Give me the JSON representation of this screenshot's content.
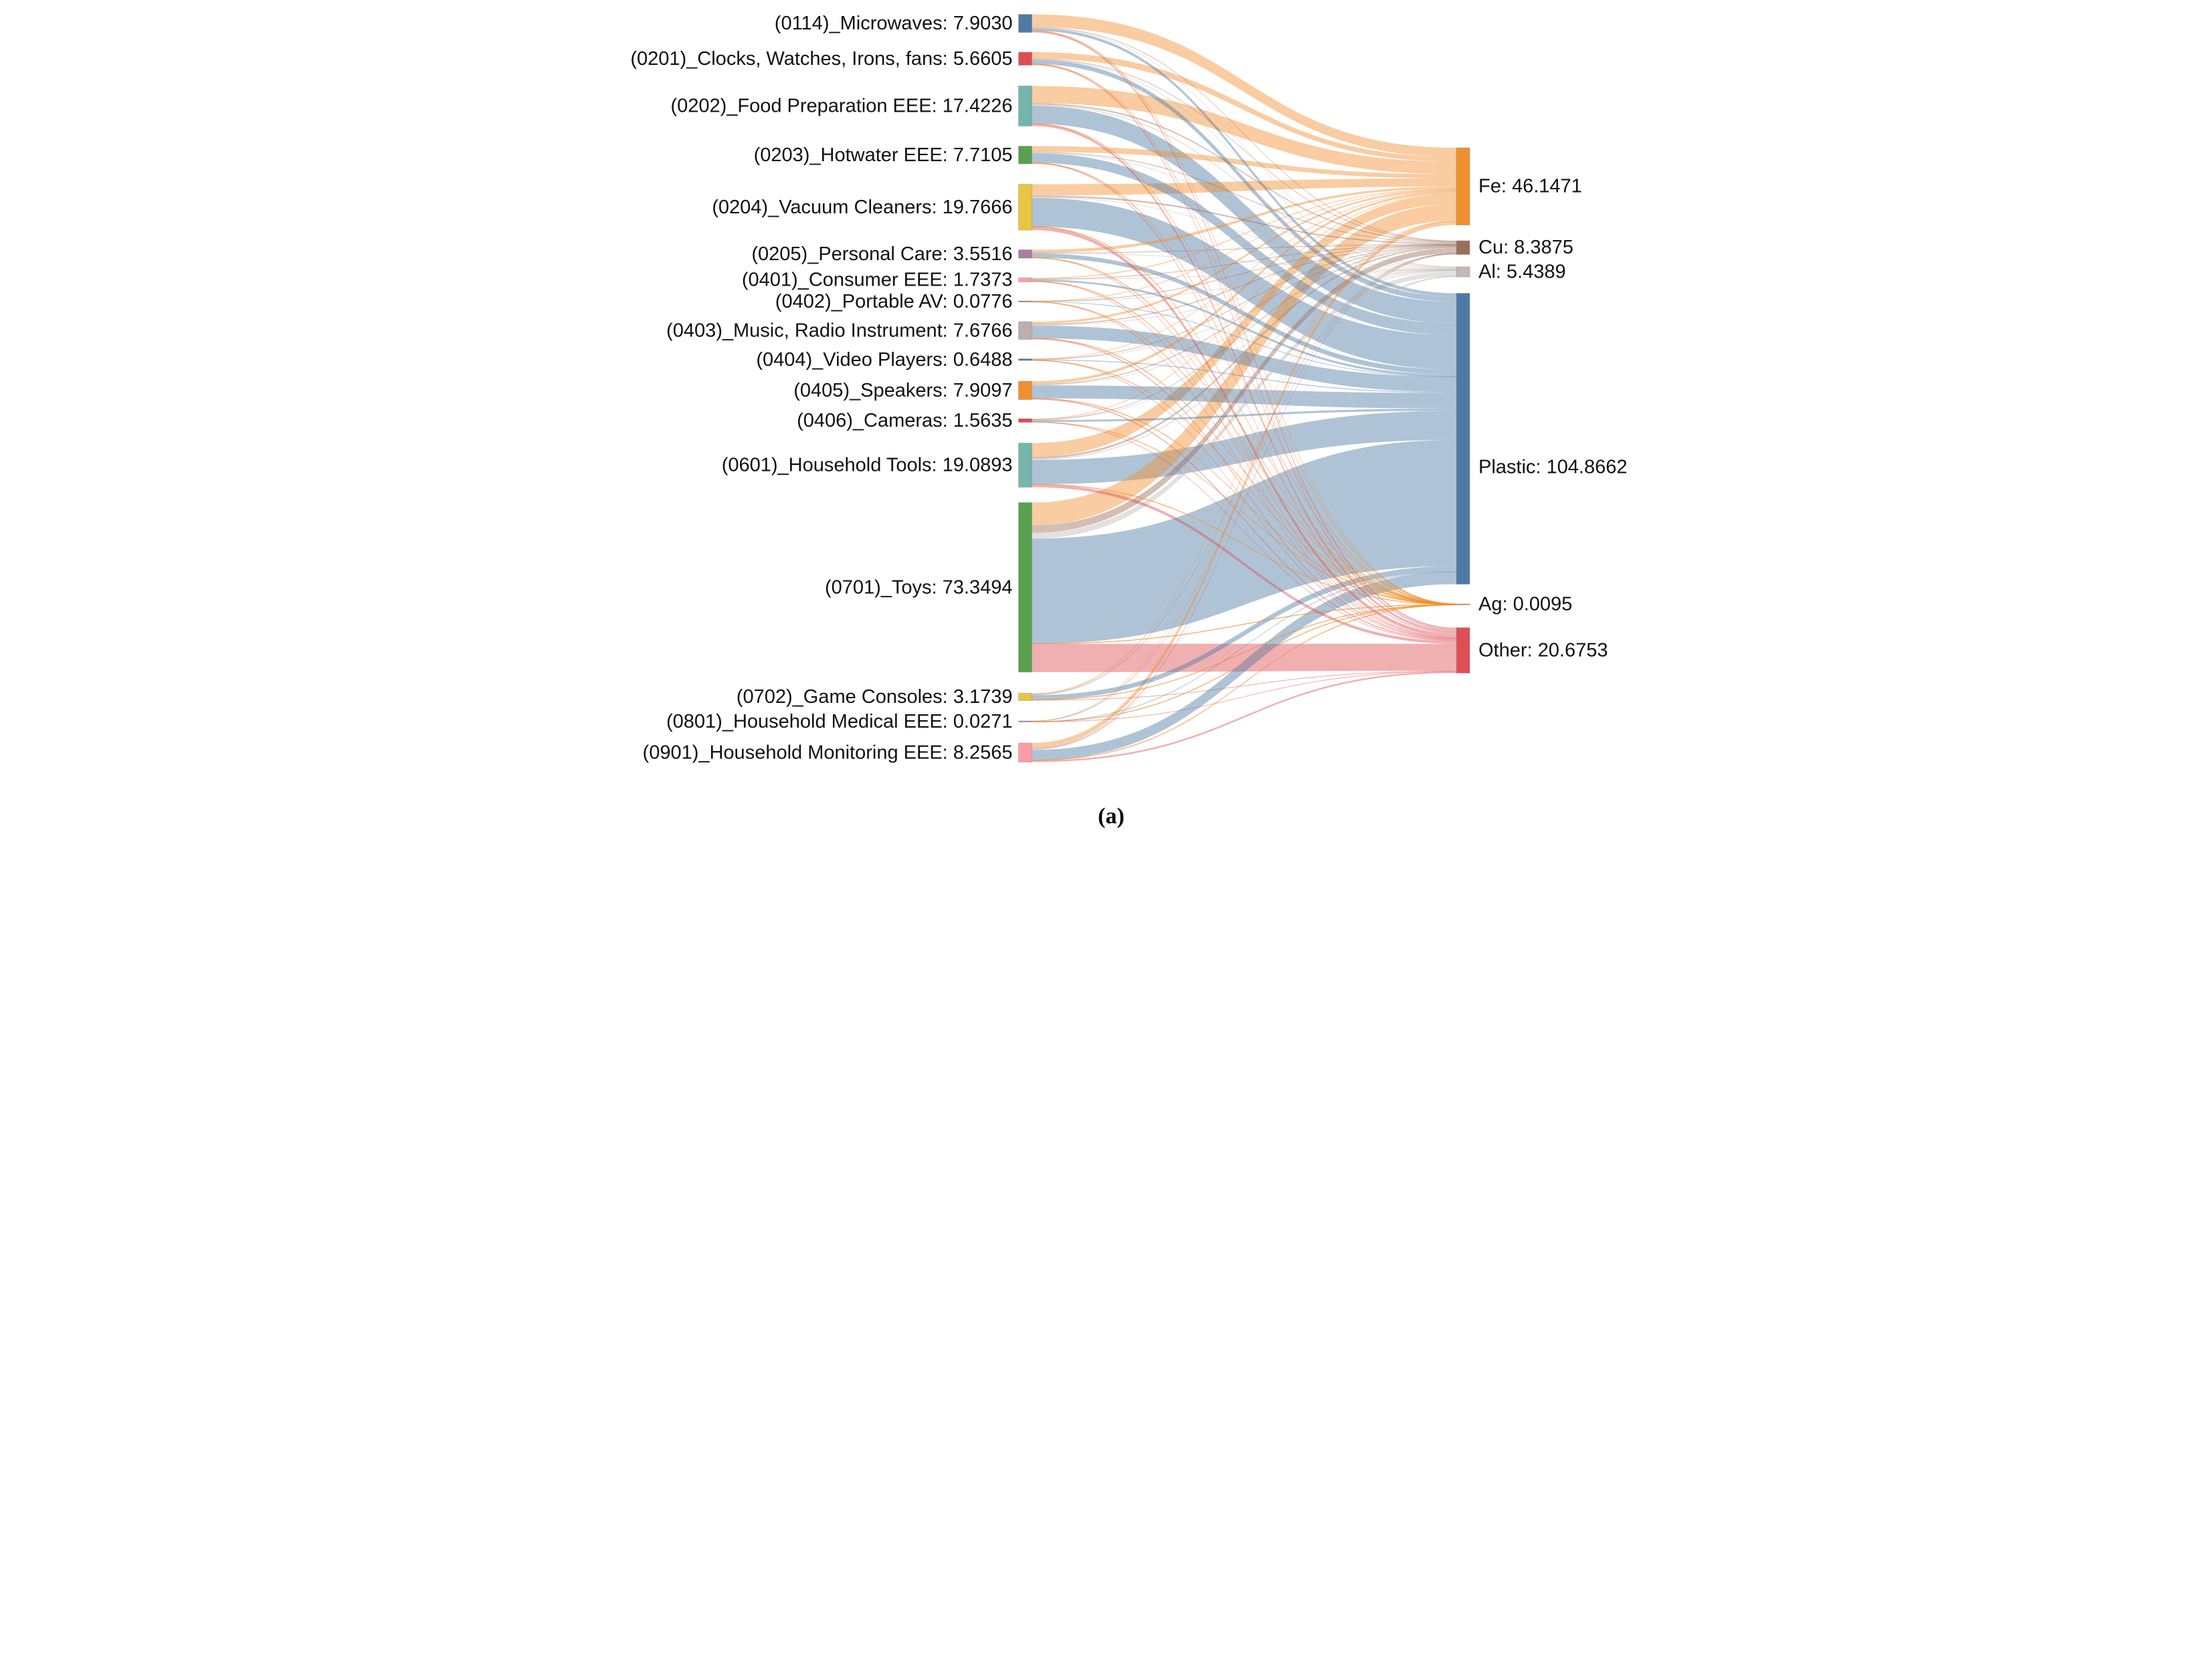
{
  "chart_data": {
    "type": "sankey",
    "title": "",
    "caption": "(a)",
    "legend_position": "none",
    "grid": false,
    "sources": [
      {
        "name": "(0114)_Microwaves",
        "label": "(0114)_Microwaves: 7.9030",
        "value": 7.903,
        "color": "#4e79a7"
      },
      {
        "name": "(0201)_Clocks, Watches, Irons, fans",
        "label": "(0201)_Clocks, Watches, Irons, fans: 5.6605",
        "value": 5.6605,
        "color": "#dc4e54"
      },
      {
        "name": "(0202)_Food Preparation EEE",
        "label": "(0202)_Food Preparation EEE: 17.4226",
        "value": 17.4226,
        "color": "#74b5ac"
      },
      {
        "name": "(0203)_Hotwater EEE",
        "label": "(0203)_Hotwater EEE: 7.7105",
        "value": 7.7105,
        "color": "#59a14f"
      },
      {
        "name": "(0204)_Vacuum Cleaners",
        "label": "(0204)_Vacuum Cleaners: 19.7666",
        "value": 19.7666,
        "color": "#e8c63f"
      },
      {
        "name": "(0205)_Personal Care",
        "label": "(0205)_Personal Care: 3.5516",
        "value": 3.5516,
        "color": "#b07aa1"
      },
      {
        "name": "(0401)_Consumer EEE",
        "label": "(0401)_Consumer EEE: 1.7373",
        "value": 1.7373,
        "color": "#ff9da7"
      },
      {
        "name": "(0402)_Portable AV",
        "label": "(0402)_Portable AV: 0.0776",
        "value": 0.0776,
        "color": "#9c755f"
      },
      {
        "name": "(0403)_Music, Radio Instrument",
        "label": "(0403)_Music, Radio Instrument: 7.6766",
        "value": 7.6766,
        "color": "#bab0ac"
      },
      {
        "name": "(0404)_Video Players",
        "label": "(0404)_Video Players: 0.6488",
        "value": 0.6488,
        "color": "#4e79a7"
      },
      {
        "name": "(0405)_Speakers",
        "label": "(0405)_Speakers: 7.9097",
        "value": 7.9097,
        "color": "#f18f2e"
      },
      {
        "name": "(0406)_Cameras",
        "label": "(0406)_Cameras: 1.5635",
        "value": 1.5635,
        "color": "#dc4e54"
      },
      {
        "name": "(0601)_Household Tools",
        "label": "(0601)_Household Tools: 19.0893",
        "value": 19.0893,
        "color": "#74b5ac"
      },
      {
        "name": "(0701)_Toys",
        "label": "(0701)_Toys: 73.3494",
        "value": 73.3494,
        "color": "#59a14f"
      },
      {
        "name": "(0702)_Game Consoles",
        "label": "(0702)_Game Consoles: 3.1739",
        "value": 3.1739,
        "color": "#e8c63f"
      },
      {
        "name": "(0801)_Household Medical EEE",
        "label": "(0801)_Household Medical EEE: 0.0271",
        "value": 0.0271,
        "color": "#b07aa1"
      },
      {
        "name": "(0901)_Household Monitoring EEE",
        "label": "(0901)_Household Monitoring EEE: 8.2565",
        "value": 8.2565,
        "color": "#ff9da7"
      }
    ],
    "targets": [
      {
        "name": "Fe",
        "label": "Fe: 46.1471",
        "value": 46.1471,
        "color": "#f18f2e"
      },
      {
        "name": "Cu",
        "label": "Cu: 8.3875",
        "value": 8.3875,
        "color": "#9c6f5b"
      },
      {
        "name": "Al",
        "label": "Al: 5.4389",
        "value": 5.4389,
        "color": "#c3bab6"
      },
      {
        "name": "Plastic",
        "label": "Plastic: 104.8662",
        "value": 104.8662,
        "color": "#4e79a7"
      },
      {
        "name": "Ag",
        "label": "Ag: 0.0095",
        "value": 0.0095,
        "color": "#f18f2e"
      },
      {
        "name": "Other",
        "label": "Other: 20.6753",
        "value": 20.6753,
        "color": "#dd4f55"
      }
    ],
    "links": [
      {
        "source": "(0114)_Microwaves",
        "flows": {
          "Fe": 5.5,
          "Cu": 0.3,
          "Al": 0.15,
          "Plastic": 1.2025,
          "Ag": 0.0005,
          "Other": 0.75
        }
      },
      {
        "source": "(0201)_Clocks, Watches, Irons, fans",
        "flows": {
          "Fe": 2.8,
          "Cu": 0.25,
          "Al": 0.15,
          "Plastic": 1.9,
          "Ag": 0.0005,
          "Other": 0.56
        }
      },
      {
        "source": "(0202)_Food Preparation EEE",
        "flows": {
          "Fe": 7.5,
          "Cu": 0.6,
          "Al": 0.5,
          "Plastic": 7.8016,
          "Ag": 0.001,
          "Other": 1.02
        }
      },
      {
        "source": "(0203)_Hotwater EEE",
        "flows": {
          "Fe": 2.5,
          "Cu": 0.35,
          "Al": 0.2,
          "Plastic": 4.2,
          "Ag": 0.0005,
          "Other": 0.46
        }
      },
      {
        "source": "(0204)_Vacuum Cleaners",
        "flows": {
          "Fe": 4.8,
          "Cu": 0.7,
          "Al": 0.35,
          "Plastic": 12.3956,
          "Ag": 0.001,
          "Other": 1.52
        }
      },
      {
        "source": "(0205)_Personal Care",
        "flows": {
          "Fe": 1.3,
          "Cu": 0.15,
          "Al": 0.08,
          "Plastic": 1.8013,
          "Ag": 0.0003,
          "Other": 0.22
        }
      },
      {
        "source": "(0401)_Consumer EEE",
        "flows": {
          "Fe": 0.45,
          "Cu": 0.15,
          "Al": 0.06,
          "Plastic": 0.797,
          "Ag": 0.0003,
          "Other": 0.28
        }
      },
      {
        "source": "(0402)_Portable AV",
        "flows": {
          "Fe": 0.02,
          "Cu": 0.008,
          "Al": 0.004,
          "Plastic": 0.0395,
          "Ag": 0.0001,
          "Other": 0.006
        }
      },
      {
        "source": "(0403)_Music, Radio Instrument",
        "flows": {
          "Fe": 1.0,
          "Cu": 0.45,
          "Al": 0.25,
          "Plastic": 5.4961,
          "Ag": 0.0005,
          "Other": 0.48
        }
      },
      {
        "source": "(0404)_Video Players",
        "flows": {
          "Fe": 0.15,
          "Cu": 0.08,
          "Al": 0.04,
          "Plastic": 0.3186,
          "Ag": 0.0002,
          "Other": 0.06
        }
      },
      {
        "source": "(0405)_Speakers",
        "flows": {
          "Fe": 1.2,
          "Cu": 0.4,
          "Al": 0.2,
          "Plastic": 5.5992,
          "Ag": 0.0005,
          "Other": 0.51
        }
      },
      {
        "source": "(0406)_Cameras",
        "flows": {
          "Fe": 0.35,
          "Cu": 0.15,
          "Al": 0.08,
          "Plastic": 0.8032,
          "Ag": 0.0003,
          "Other": 0.18
        }
      },
      {
        "source": "(0601)_Household Tools",
        "flows": {
          "Fe": 6.0,
          "Cu": 0.8,
          "Al": 0.5,
          "Plastic": 10.4983,
          "Ag": 0.001,
          "Other": 1.29
        }
      },
      {
        "source": "(0701)_Toys",
        "flows": {
          "Fe": 9.8771,
          "Cu": 3.2465,
          "Al": 2.4529,
          "Plastic": 45.4942,
          "Ag": 0.0014,
          "Other": 12.2773
        }
      },
      {
        "source": "(0702)_Game Consoles",
        "flows": {
          "Fe": 0.5,
          "Cu": 0.25,
          "Al": 0.12,
          "Plastic": 2.0034,
          "Ag": 0.0005,
          "Other": 0.3
        }
      },
      {
        "source": "(0801)_Household Medical EEE",
        "flows": {
          "Fe": 0.006,
          "Cu": 0.003,
          "Al": 0.002,
          "Plastic": 0.014,
          "Ag": 0.0001,
          "Other": 0.002
        }
      },
      {
        "source": "(0901)_Household Monitoring EEE",
        "flows": {
          "Fe": 2.194,
          "Cu": 0.5,
          "Al": 0.3,
          "Plastic": 4.5017,
          "Ag": 0.0008,
          "Other": 0.76
        }
      }
    ]
  }
}
